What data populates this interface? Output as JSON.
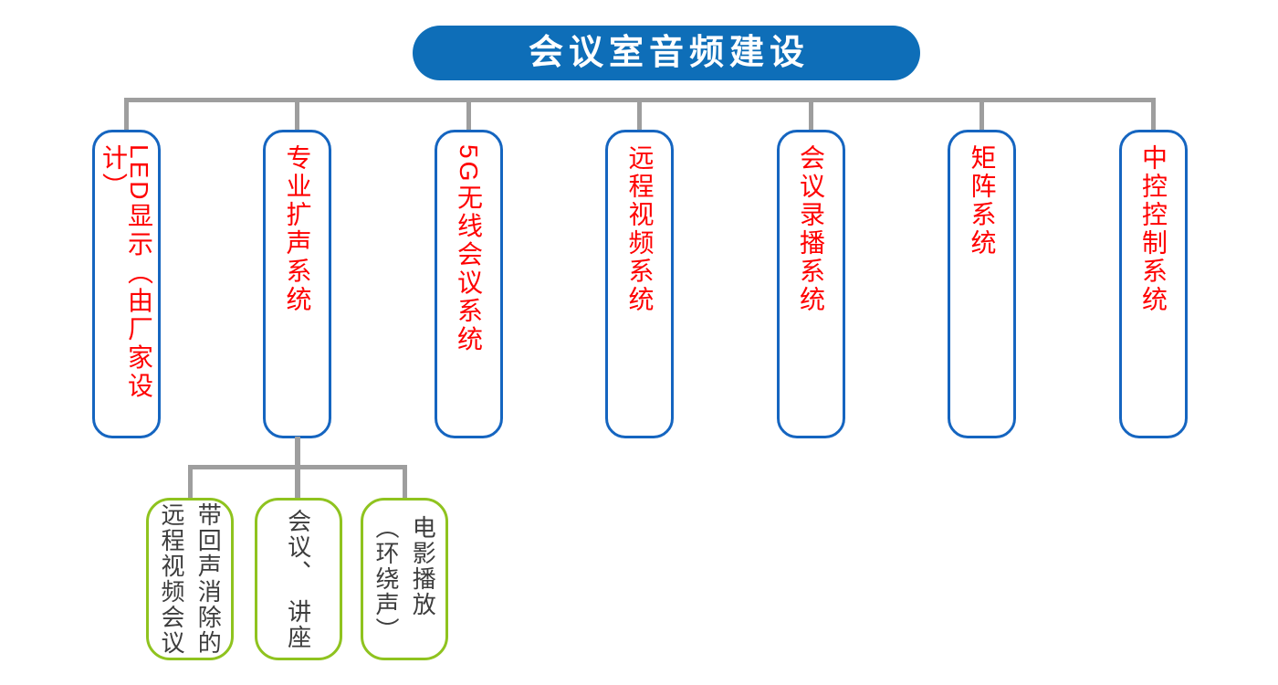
{
  "title": "会议室音频建设",
  "colors": {
    "root_fill": "#0e6eb8",
    "node_border": "#1565c0",
    "node_text": "#fe0000",
    "subnode_border": "#8fc31f",
    "subnode_text": "#3d3d3d",
    "connector": "#9e9e9e"
  },
  "top_nodes": [
    {
      "label": "LED显示（由厂家设计）"
    },
    {
      "label": "专业扩声系统"
    },
    {
      "label": "5G无线会议系统"
    },
    {
      "label": "远程视频系统"
    },
    {
      "label": "会议录播系统"
    },
    {
      "label": "矩阵系统"
    },
    {
      "label": "中控控制系统"
    }
  ],
  "sub_nodes": [
    {
      "label": "带回声消除的\n远程视频会议"
    },
    {
      "label": "会议、　讲座"
    },
    {
      "label": "电影播放\n（环绕声）"
    }
  ]
}
